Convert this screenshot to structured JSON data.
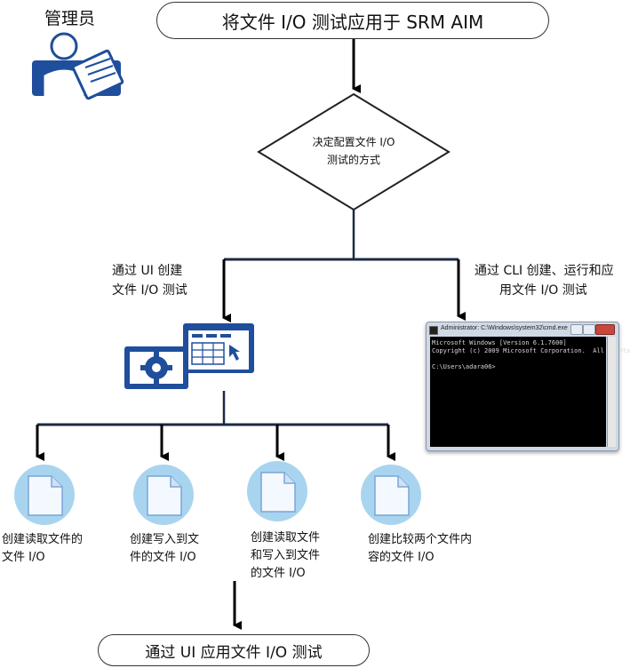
{
  "role": {
    "label": "管理员"
  },
  "start": {
    "label": "将文件 I/O 测试应用于 SRM AIM"
  },
  "decision": {
    "line1": "决定配置文件 I/O",
    "line2": "测试的方式"
  },
  "branch_ui": {
    "line1": "通过 UI 创建",
    "line2": "文件 I/O 测试"
  },
  "branch_cli": {
    "line1": "通过 CLI 创建、运行和应",
    "line2": "用文件 I/O 测试"
  },
  "cmd_window": {
    "title": "Administrator: C:\\Windows\\system32\\cmd.exe",
    "line1": "Microsoft Windows [Version 6.1.7600]",
    "line2": "Copyright (c) 2009 Microsoft Corporation.  All rights",
    "line3": "C:\\Users\\adara06>"
  },
  "tests": [
    {
      "line1": "创建读取文件的",
      "line2": "文件 I/O",
      "line3": ""
    },
    {
      "line1": "创建写入到文",
      "line2": "件的文件 I/O",
      "line3": ""
    },
    {
      "line1": "创建读取文件",
      "line2": "和写入到文件",
      "line3": "的文件 I/O"
    },
    {
      "line1": "创建比较两个文件内",
      "line2": "容的文件 I/O",
      "line3": ""
    }
  ],
  "end": {
    "label": "通过 UI 应用文件 I/O 测试"
  },
  "colors": {
    "brand_blue": "#1f4e9c",
    "light_blue": "#a9d4ef",
    "connector": "#1b2a44"
  }
}
